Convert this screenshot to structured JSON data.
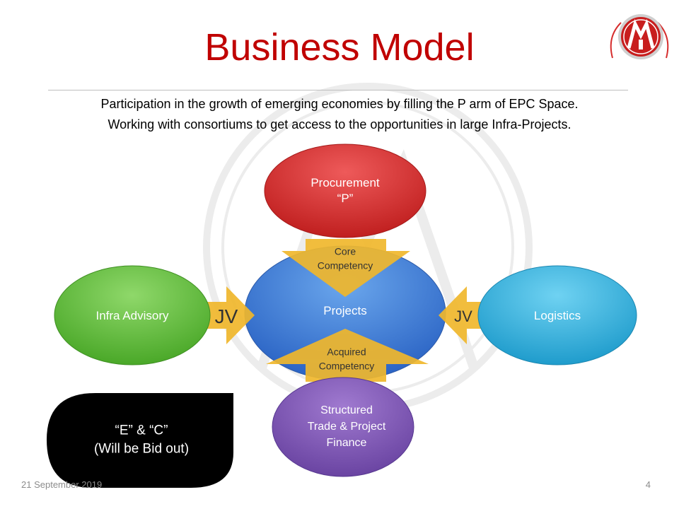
{
  "slide": {
    "title": "Business Model",
    "intro_line1": "Participation in the growth of emerging economies by filling the P arm of EPC Space.",
    "intro_line2": "Working with consortiums to get access to the opportunities in large Infra-Projects.",
    "footer_date": "21 September 2019",
    "page_number": "4"
  },
  "diagram": {
    "center": "Projects",
    "top_line1": "Procurement",
    "top_line2": "“P”",
    "core_line1": "Core",
    "core_line2": "Competency",
    "acquired_line1": "Acquired",
    "acquired_line2": "Competency",
    "left": "Infra Advisory",
    "right": "Logistics",
    "left_jv": "JV",
    "right_jv": "JV",
    "bottom_line1": "Structured",
    "bottom_line2": "Trade & Project",
    "bottom_line3": "Finance",
    "bid_line1": "“E” & “C”",
    "bid_line2": "(Will be Bid out)"
  },
  "colors": {
    "title": "#c00000",
    "center": "#3d77d0",
    "top": "#d42a2a",
    "left": "#5fbb35",
    "right": "#2aa8d8",
    "bottom": "#7b52b0",
    "arrows": "#f0b72c",
    "blob": "#000000"
  }
}
